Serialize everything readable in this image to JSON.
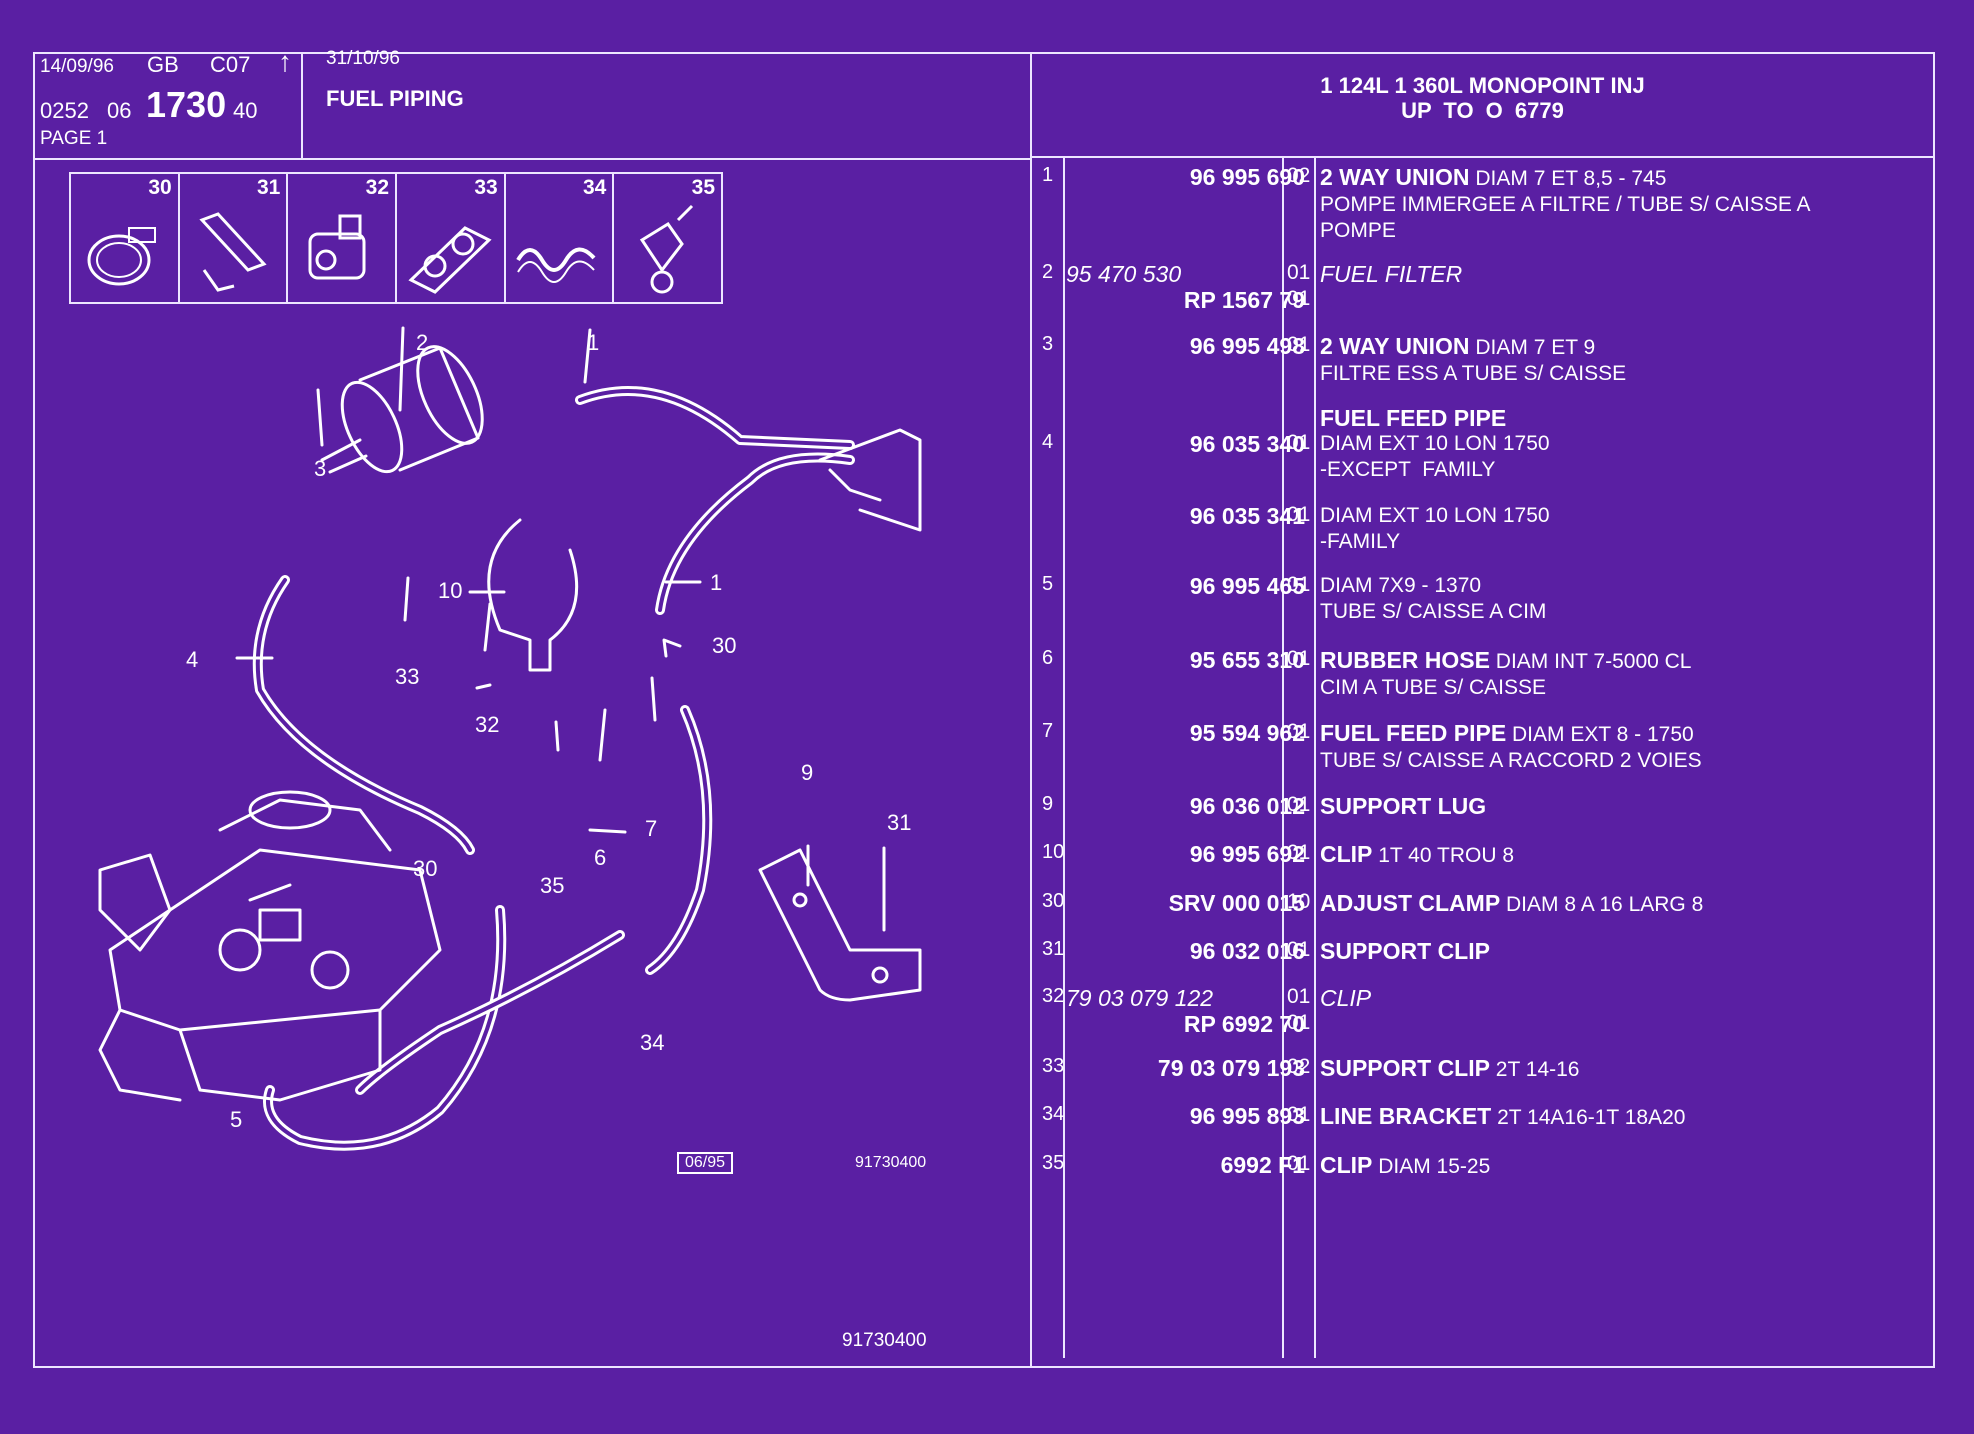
{
  "header": {
    "date1": "14/09/96",
    "lang": "GB",
    "code": "C07",
    "arrow": "↑",
    "ref_a": "0252",
    "ref_b": "06",
    "ref_main": "1730",
    "ref_c": "40",
    "page": "PAGE 1",
    "date2": "31/10/96",
    "title": "FUEL PIPING",
    "model_line1": "1 124L 1 360L MONOPOINT INJ",
    "model_line2": "UP TO O 6779"
  },
  "thumbnails": [
    "30",
    "31",
    "32",
    "33",
    "34",
    "35"
  ],
  "diagram": {
    "callouts": [
      "2",
      "1",
      "3",
      "10",
      "1",
      "4",
      "30",
      "33",
      "32",
      "9",
      "31",
      "7",
      "6",
      "35",
      "30",
      "34",
      "5"
    ],
    "stamp": "06/95",
    "drawing_no": "91730400",
    "footer_no": "91730400"
  },
  "parts": [
    {
      "num": "1",
      "ref": "96 995 690",
      "qty": "02",
      "name": "2 WAY UNION",
      "spec": " DIAM 7 ET 8,5 - 745",
      "lines": [
        "POMPE IMMERGEE A FILTRE / TUBE S/ CAISSE A",
        "POMPE"
      ]
    },
    {
      "num": "2",
      "ref_italic": "95 470 530",
      "ref": "",
      "qty": "01",
      "name_italic": "FUEL FILTER",
      "sub_ref": "RP  1567 79",
      "sub_qty": "01"
    },
    {
      "num": "3",
      "ref": "96 995 498",
      "qty": "01",
      "name": "2 WAY UNION",
      "spec": " DIAM 7 ET 9",
      "lines": [
        "FILTRE ESS A TUBE S/ CAISSE"
      ]
    },
    {
      "num": "",
      "ref": "",
      "qty": "",
      "name": "FUEL FEED PIPE",
      "spec": "",
      "lines": []
    },
    {
      "num": "4",
      "ref": "96 035 340",
      "qty": "01",
      "name": "",
      "spec": "DIAM EXT 10 LON 1750",
      "lines": [
        "-EXCEPT  FAMILY"
      ]
    },
    {
      "num": "",
      "ref": "96 035 341",
      "qty": "01",
      "name": "",
      "spec": "DIAM EXT 10 LON 1750",
      "lines": [
        "-FAMILY"
      ]
    },
    {
      "num": "5",
      "ref": "96 995 465",
      "qty": "01",
      "name": "",
      "spec": "DIAM 7X9 - 1370",
      "lines": [
        "TUBE S/ CAISSE A CIM"
      ]
    },
    {
      "num": "6",
      "ref": "95 655 310",
      "qty": "01",
      "name": "RUBBER HOSE",
      "spec": " DIAM INT 7-5000 CL",
      "lines": [
        "CIM A TUBE S/ CAISSE"
      ]
    },
    {
      "num": "7",
      "ref": "95 594 962",
      "qty": "01",
      "name": "FUEL FEED PIPE",
      "spec": " DIAM EXT 8 - 1750",
      "lines": [
        "TUBE S/ CAISSE A RACCORD 2 VOIES"
      ]
    },
    {
      "num": "9",
      "ref": "96 036 012",
      "qty": "01",
      "name": "SUPPORT LUG",
      "spec": "",
      "lines": []
    },
    {
      "num": "10",
      "ref": "96 995 692",
      "qty": "01",
      "name": "CLIP",
      "spec": " 1T 40 TROU 8",
      "lines": []
    },
    {
      "num": "30",
      "ref": "SRV 000 015",
      "qty": "10",
      "name": "ADJUST CLAMP",
      "spec": " DIAM 8 A 16 LARG 8",
      "lines": []
    },
    {
      "num": "31",
      "ref": "96 032 016",
      "qty": "01",
      "name": "SUPPORT CLIP",
      "spec": "",
      "lines": []
    },
    {
      "num": "32",
      "ref_italic": "79 03 079 122",
      "ref": "",
      "qty": "01",
      "name_italic": "CLIP",
      "sub_ref": "RP  6992 70",
      "sub_qty": "01"
    },
    {
      "num": "33",
      "ref": "79 03 079 193",
      "qty": "02",
      "name": "SUPPORT CLIP",
      "spec": " 2T 14-16",
      "lines": []
    },
    {
      "num": "34",
      "ref": "96 995 893",
      "qty": "01",
      "name": "LINE BRACKET",
      "spec": " 2T 14A16-1T 18A20",
      "lines": []
    },
    {
      "num": "35",
      "ref": "6992 F1",
      "qty": "01",
      "name": "CLIP",
      "spec": " DIAM 15-25",
      "lines": []
    }
  ],
  "colors": {
    "background": "#5a1fa3",
    "ink": "#ffffff"
  }
}
